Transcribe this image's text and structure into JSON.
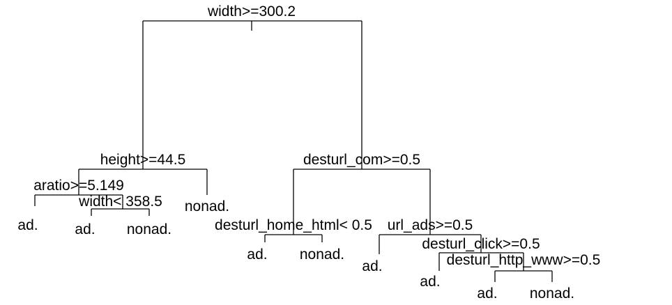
{
  "tree": {
    "root_split": "width>=300.2",
    "splits": {
      "height": "height>=44.5",
      "aratio": "aratio>=5.149",
      "width_lt": "width< 358.5",
      "desturl_com": "desturl_com>=0.5",
      "desturl_home_html": "desturl_home_html< 0.5",
      "url_ads": "url_ads>=0.5",
      "desturl_click": "desturl_click>=0.5",
      "desturl_http_www": "desturl_http_www>=0.5"
    },
    "leaves": {
      "aratio_left": "ad.",
      "width_left": "ad.",
      "width_right": "nonad.",
      "height_right": "nonad.",
      "home_left": "ad.",
      "home_right": "nonad.",
      "url_ads_left": "ad.",
      "click_left": "ad.",
      "http_left": "ad.",
      "http_right": "nonad."
    }
  }
}
